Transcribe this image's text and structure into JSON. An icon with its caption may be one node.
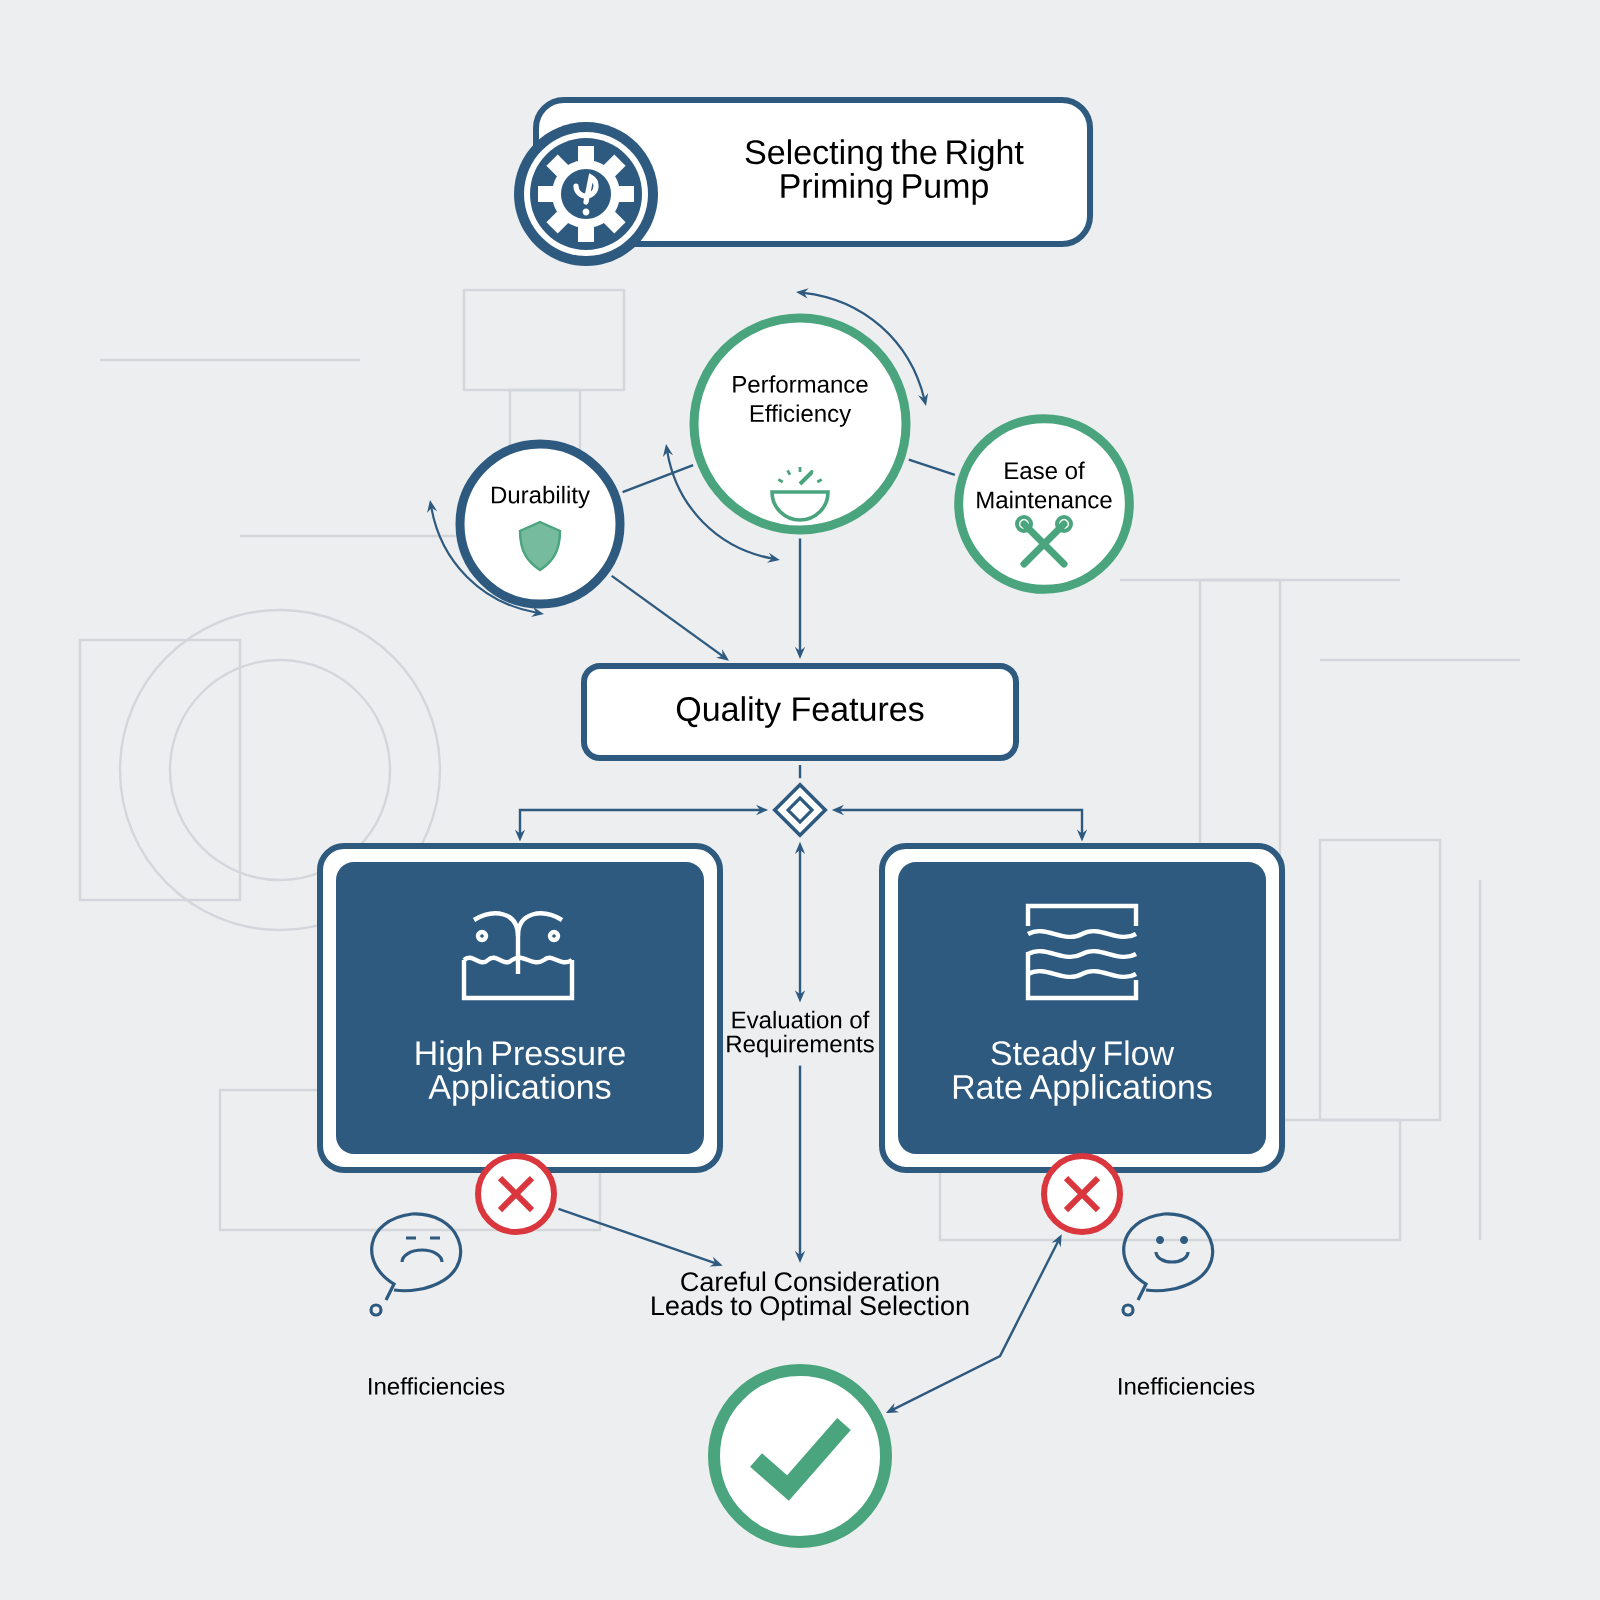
{
  "diagram": {
    "nodes": [
      {
        "text": [
          "Selecting the Right Priming Pump"
        ]
      },
      {
        "text": [
          "Durability"
        ]
      },
      {
        "text": [
          "Performance Efficiency"
        ]
      },
      {
        "text": [
          "Ease of Maintenance"
        ]
      },
      {
        "text": [
          "Quality Features"
        ]
      },
      {
        "text": [],
        "shape": "diamond"
      },
      {
        "text": [
          "High Pressure Applications"
        ]
      },
      {
        "text": [
          "Steady Flow Rate Applications"
        ]
      },
      {
        "text": [
          "Evaluation of Requirements"
        ]
      },
      {
        "text": [],
        "shape": "circle"
      },
      {
        "text": [],
        "shape": "circle"
      },
      {
        "text": [
          "Careful Consideration Leads to Optimal Selection"
        ]
      },
      {
        "text": [],
        "shape": "circle"
      }
    ],
    "edges": [
      {
        "from": 1,
        "to": 2,
        "arrow": "none"
      },
      {
        "from": 2,
        "to": 3,
        "arrow": "none"
      },
      {
        "from": 1,
        "to": 4,
        "arrow": "to"
      },
      {
        "from": 2,
        "to": 4,
        "arrow": "to"
      },
      {
        "from": 4,
        "to": 5,
        "arrow": "none"
      },
      {
        "from": 5,
        "to": 6,
        "arrow": "both"
      },
      {
        "from": 5,
        "to": 7,
        "arrow": "both"
      },
      {
        "from": 5,
        "to": 8,
        "arrow": "both"
      },
      {
        "from": 8,
        "to": 11,
        "arrow": "to"
      },
      {
        "from": 9,
        "to": 11,
        "arrow": "to"
      },
      {
        "from": 12,
        "to": 10,
        "arrow": "both"
      }
    ],
    "labels": [
      "Inefficiencies",
      "Inefficiencies"
    ]
  }
}
